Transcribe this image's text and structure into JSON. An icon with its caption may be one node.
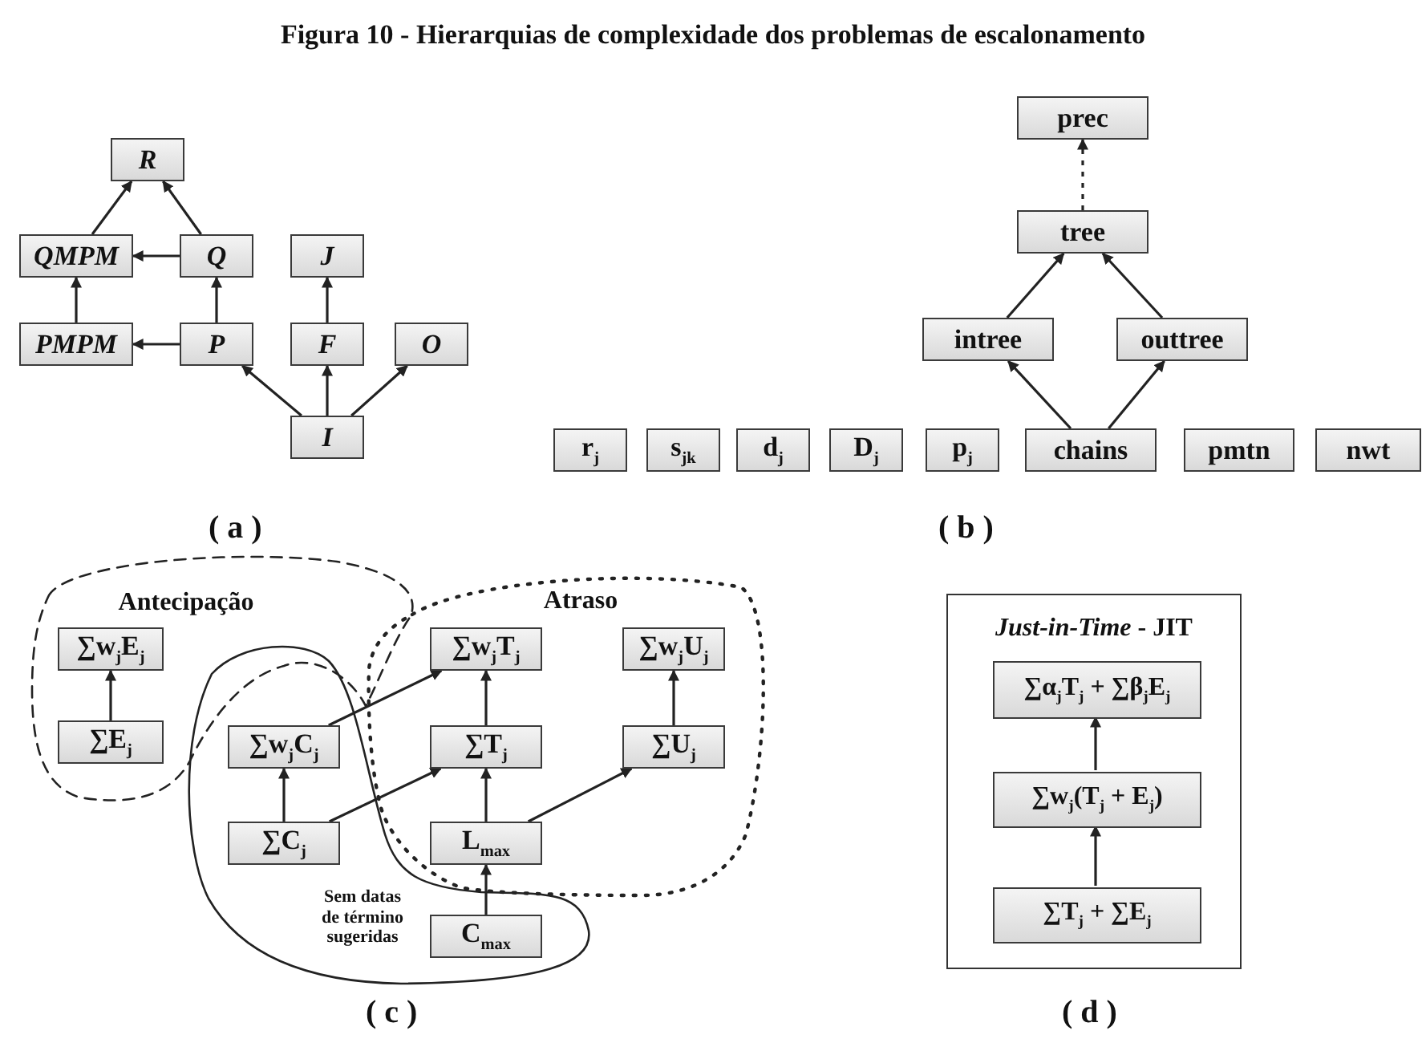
{
  "diagram": {
    "title": "Figura 10 - Hierarquias de complexidade dos problemas de escalonamento",
    "nodes": [
      {
        "text": [
          "R"
        ]
      },
      {
        "text": [
          "QMPM"
        ]
      },
      {
        "text": [
          "Q"
        ]
      },
      {
        "text": [
          "J"
        ]
      },
      {
        "text": [
          "PMPM"
        ]
      },
      {
        "text": [
          "P"
        ]
      },
      {
        "text": [
          "F"
        ]
      },
      {
        "text": [
          "O"
        ]
      },
      {
        "text": [
          "I"
        ]
      },
      {
        "text": [
          "prec"
        ]
      },
      {
        "text": [
          "tree"
        ]
      },
      {
        "text": [
          "intree"
        ]
      },
      {
        "text": [
          "outtree"
        ]
      },
      {
        "text": [
          "r$_{j}$"
        ]
      },
      {
        "text": [
          "s$_{jk}$"
        ]
      },
      {
        "text": [
          "d$_{j}$"
        ]
      },
      {
        "text": [
          "D$_{j}$"
        ]
      },
      {
        "text": [
          "p$_{j}$"
        ]
      },
      {
        "text": [
          "chains"
        ]
      },
      {
        "text": [
          "pmtn"
        ]
      },
      {
        "text": [
          "nwt"
        ]
      },
      {
        "text": [
          "Antecipação"
        ]
      },
      {
        "text": [
          "Atraso"
        ]
      },
      {
        "text": [
          "Sem datas de término sugeridas"
        ]
      },
      {
        "text": [
          "∑w$_{j}$E$_{j}$"
        ],
        "in": 21
      },
      {
        "text": [
          "∑E$_{j}$"
        ],
        "in": 21
      },
      {
        "text": [
          "∑w$_{j}$T$_{j}$"
        ],
        "in": 22
      },
      {
        "text": [
          "∑w$_{j}$U$_{j}$"
        ],
        "in": 22
      },
      {
        "text": [
          "∑w$_{j}$C$_{j}$"
        ],
        "in": 23
      },
      {
        "text": [
          "∑T$_{j}$"
        ],
        "in": 22
      },
      {
        "text": [
          "∑U$_{j}$"
        ],
        "in": 22
      },
      {
        "text": [
          "∑C$_{j}$"
        ],
        "in": 23
      },
      {
        "text": [
          "L$_{max}$"
        ],
        "in": 22
      },
      {
        "text": [
          "C$_{max}$"
        ],
        "in": 23
      },
      {
        "text": [
          "*Just-in-Time* - JIT"
        ]
      },
      {
        "text": [
          "∑α$_{j}$T$_{j}$ + ∑β$_{j}$E$_{j}$"
        ],
        "in": 34
      },
      {
        "text": [
          "∑w$_{j}$(T$_{j}$ + E$_{j}$)"
        ],
        "in": 34
      },
      {
        "text": [
          "∑T$_{j}$ + ∑E$_{j}$"
        ],
        "in": 34
      }
    ],
    "edges": [
      {
        "from": 1,
        "to": 0,
        "arrow": "to"
      },
      {
        "from": 2,
        "to": 0,
        "arrow": "to"
      },
      {
        "from": 2,
        "to": 1,
        "arrow": "to"
      },
      {
        "from": 4,
        "to": 1,
        "arrow": "to"
      },
      {
        "from": 5,
        "to": 2,
        "arrow": "to"
      },
      {
        "from": 5,
        "to": 4,
        "arrow": "to"
      },
      {
        "from": 6,
        "to": 3,
        "arrow": "to"
      },
      {
        "from": 8,
        "to": 5,
        "arrow": "to"
      },
      {
        "from": 8,
        "to": 6,
        "arrow": "to"
      },
      {
        "from": 8,
        "to": 7,
        "arrow": "to"
      },
      {
        "from": 10,
        "to": 9,
        "arrow": "to",
        "style": "dashed"
      },
      {
        "from": 11,
        "to": 10,
        "arrow": "to"
      },
      {
        "from": 12,
        "to": 10,
        "arrow": "to"
      },
      {
        "from": 18,
        "to": 11,
        "arrow": "to"
      },
      {
        "from": 18,
        "to": 12,
        "arrow": "to"
      },
      {
        "from": 25,
        "to": 24,
        "arrow": "to"
      },
      {
        "from": 28,
        "to": 26,
        "arrow": "to"
      },
      {
        "from": 31,
        "to": 28,
        "arrow": "to"
      },
      {
        "from": 31,
        "to": 29,
        "arrow": "to"
      },
      {
        "from": 29,
        "to": 26,
        "arrow": "to"
      },
      {
        "from": 32,
        "to": 29,
        "arrow": "to"
      },
      {
        "from": 32,
        "to": 30,
        "arrow": "to"
      },
      {
        "from": 30,
        "to": 27,
        "arrow": "to"
      },
      {
        "from": 33,
        "to": 32,
        "arrow": "to"
      },
      {
        "from": 37,
        "to": 36,
        "arrow": "to"
      },
      {
        "from": 36,
        "to": 35,
        "arrow": "to"
      }
    ],
    "labels": [
      "( a )",
      "( b )",
      "( c )",
      "( d )"
    ]
  }
}
